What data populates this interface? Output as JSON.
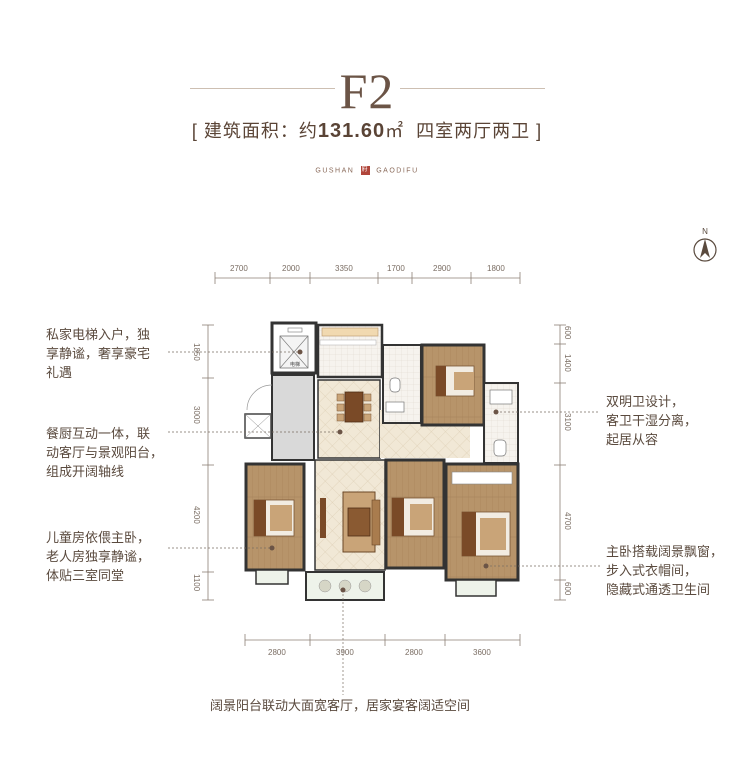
{
  "title": "F2",
  "subtitle": {
    "bracket_open": "[",
    "prefix": "建筑面积：约",
    "area": "131.60",
    "unit": "㎡",
    "layout": "四室两厅两卫",
    "bracket_close": "]"
  },
  "brand": {
    "left": "GUSHAN",
    "seal": "府",
    "right": "GAODIFU"
  },
  "compass": "N",
  "dims_top": [
    "2700",
    "2000",
    "3350",
    "1700",
    "2900",
    "1800"
  ],
  "dims_bottom": [
    "2800",
    "3900",
    "2800",
    "3600"
  ],
  "dims_left": [
    "1850",
    "3000",
    "4200",
    "1100"
  ],
  "dims_right": [
    "600",
    "1400",
    "3100",
    "4700",
    "600"
  ],
  "elevator_label": "电梯",
  "notes": {
    "left1": [
      "私家电梯入户，独",
      "享静谧，奢享豪宅",
      "礼遇"
    ],
    "left2": [
      "餐厨互动一体，联",
      "动客厅与景观阳台，",
      "组成开阔轴线"
    ],
    "left3": [
      "儿童房依偎主卧，",
      "老人房独享静谧，",
      "体贴三室同堂"
    ],
    "right1": [
      "双明卫设计，",
      "客卫干湿分离，",
      "起居从容"
    ],
    "right2": [
      "主卧搭载阔景飘窗，",
      "步入式衣帽间，",
      "隐藏式通透卫生间"
    ],
    "bottom": "阔景阳台联动大面宽客厅，居家宴客阔适空间"
  },
  "colors": {
    "title": "#6b5446",
    "wall": "#3a3a3a",
    "wood": "#b9966c",
    "tile": "#efe6d4",
    "seal": "#b0453a"
  }
}
